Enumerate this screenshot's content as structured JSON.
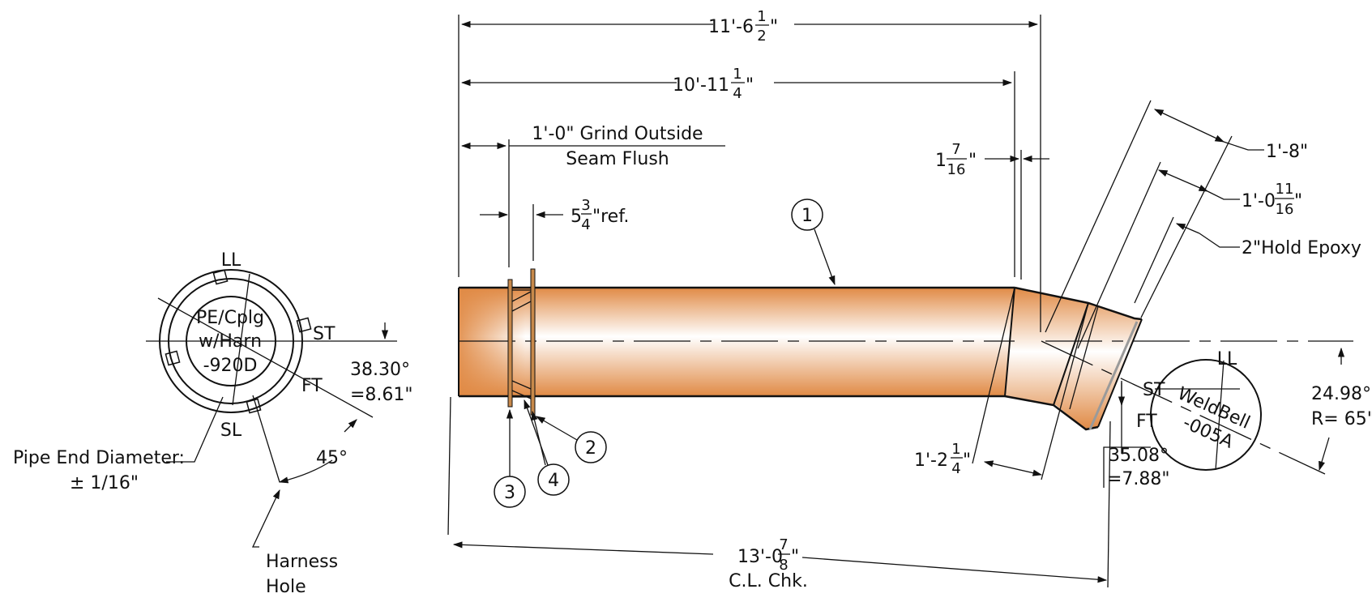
{
  "colors": {
    "pipe_dark": "#e08a45",
    "pipe_light": "#ffffff",
    "line": "#111111",
    "flange": "#b86a2a"
  },
  "left_view": {
    "ll": "LL",
    "st": "ST",
    "ft": "FT",
    "sl": "SL",
    "center_line1": "PE/Cplg",
    "center_line2": "w/Harn",
    "center_line3": "-920D",
    "angle1": "38.30°",
    "angle2": "=8.61\"",
    "angle3": "45°",
    "diameter_line1": "Pipe End Diameter:",
    "diameter_line2": "± 1/16\"",
    "harness_line1": "Harness",
    "harness_line2": "Hole"
  },
  "right_view": {
    "ll": "LL",
    "st": "ST",
    "ft": "FT",
    "label_line1": "WeldBell",
    "label_line2": "-005A",
    "angle_a1": "35.08°",
    "angle_a2": "=7.88\"",
    "bend_angle": "24.98°",
    "radius": "R= 65\""
  },
  "dimensions": {
    "overall_whole": "11'-6",
    "overall_num": "1",
    "overall_den": "2",
    "straight_whole": "10'-11",
    "straight_num": "1",
    "straight_den": "4",
    "grind_line1": "1'-0\" Grind Outside",
    "grind_line2": "Seam Flush",
    "ref_whole": "5",
    "ref_num": "3",
    "ref_den": "4",
    "ref_suffix": "\"ref.",
    "gap_whole": "1",
    "gap_num": "7",
    "gap_den": "16",
    "gap_suffix": "\"",
    "bell_len": "1'-8\"",
    "bell_mid_whole": "1'-0",
    "bell_mid_num": "11",
    "bell_mid_den": "16",
    "bell_mid_suffix": "\"",
    "hold_epoxy": "2\"Hold Epoxy",
    "seg_whole": "1'-2",
    "seg_num": "1",
    "seg_den": "4",
    "seg_suffix": "\"",
    "cl_whole": "13'-0",
    "cl_num": "7",
    "cl_den": "8",
    "cl_suffix": "\"",
    "cl_label": "C.L. Chk."
  },
  "balloons": [
    "1",
    "2",
    "3",
    "4"
  ]
}
